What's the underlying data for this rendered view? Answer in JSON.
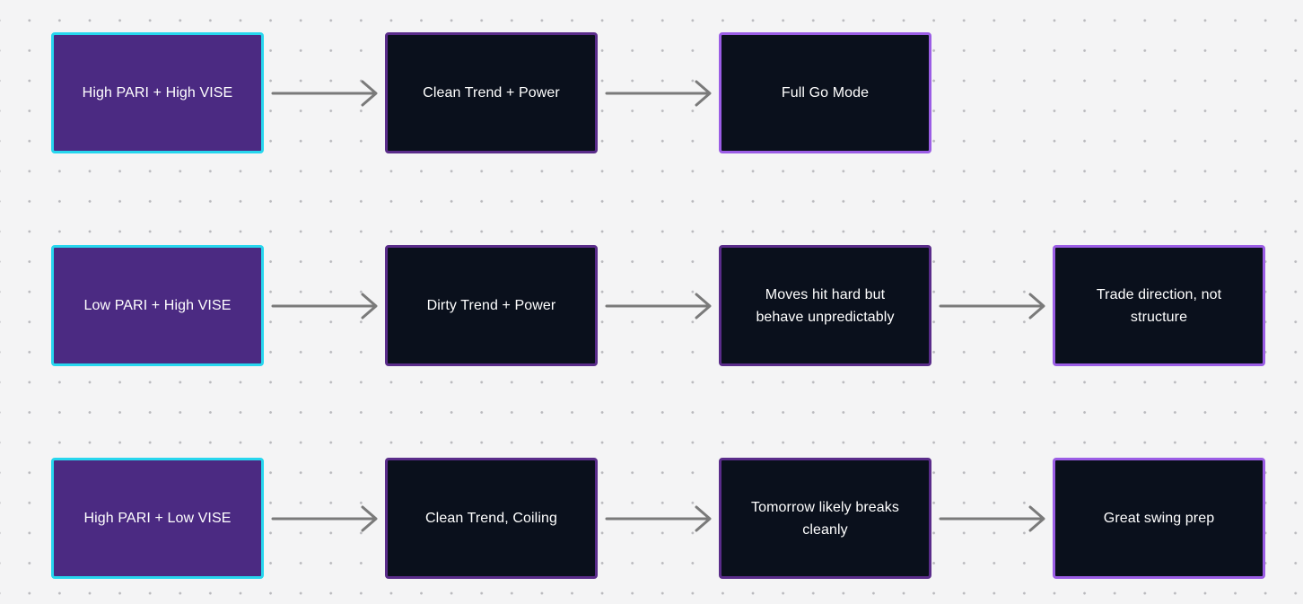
{
  "diagram": {
    "rows": [
      {
        "nodes": [
          {
            "label": "High PARI + High VISE"
          },
          {
            "label": "Clean Trend + Power"
          },
          {
            "label": "Full Go Mode"
          }
        ]
      },
      {
        "nodes": [
          {
            "label": "Low PARI + High VISE"
          },
          {
            "label": "Dirty Trend + Power"
          },
          {
            "label": "Moves hit hard but behave unpredictably"
          },
          {
            "label": "Trade direction, not structure"
          }
        ]
      },
      {
        "nodes": [
          {
            "label": "High PARI + Low VISE"
          },
          {
            "label": "Clean Trend, Coiling"
          },
          {
            "label": "Tomorrow likely breaks cleanly"
          },
          {
            "label": "Great swing prep"
          }
        ]
      }
    ],
    "colors": {
      "background": "#f4f4f5",
      "grid_dot": "#b9b9bd",
      "start_fill": "#4b2a82",
      "start_border": "#27d6ee",
      "node_fill": "#0a101c",
      "node_border": "#5a2c8a",
      "end_border": "#9b5de5",
      "arrow": "#7a7a7a",
      "text": "#ffffff"
    }
  }
}
